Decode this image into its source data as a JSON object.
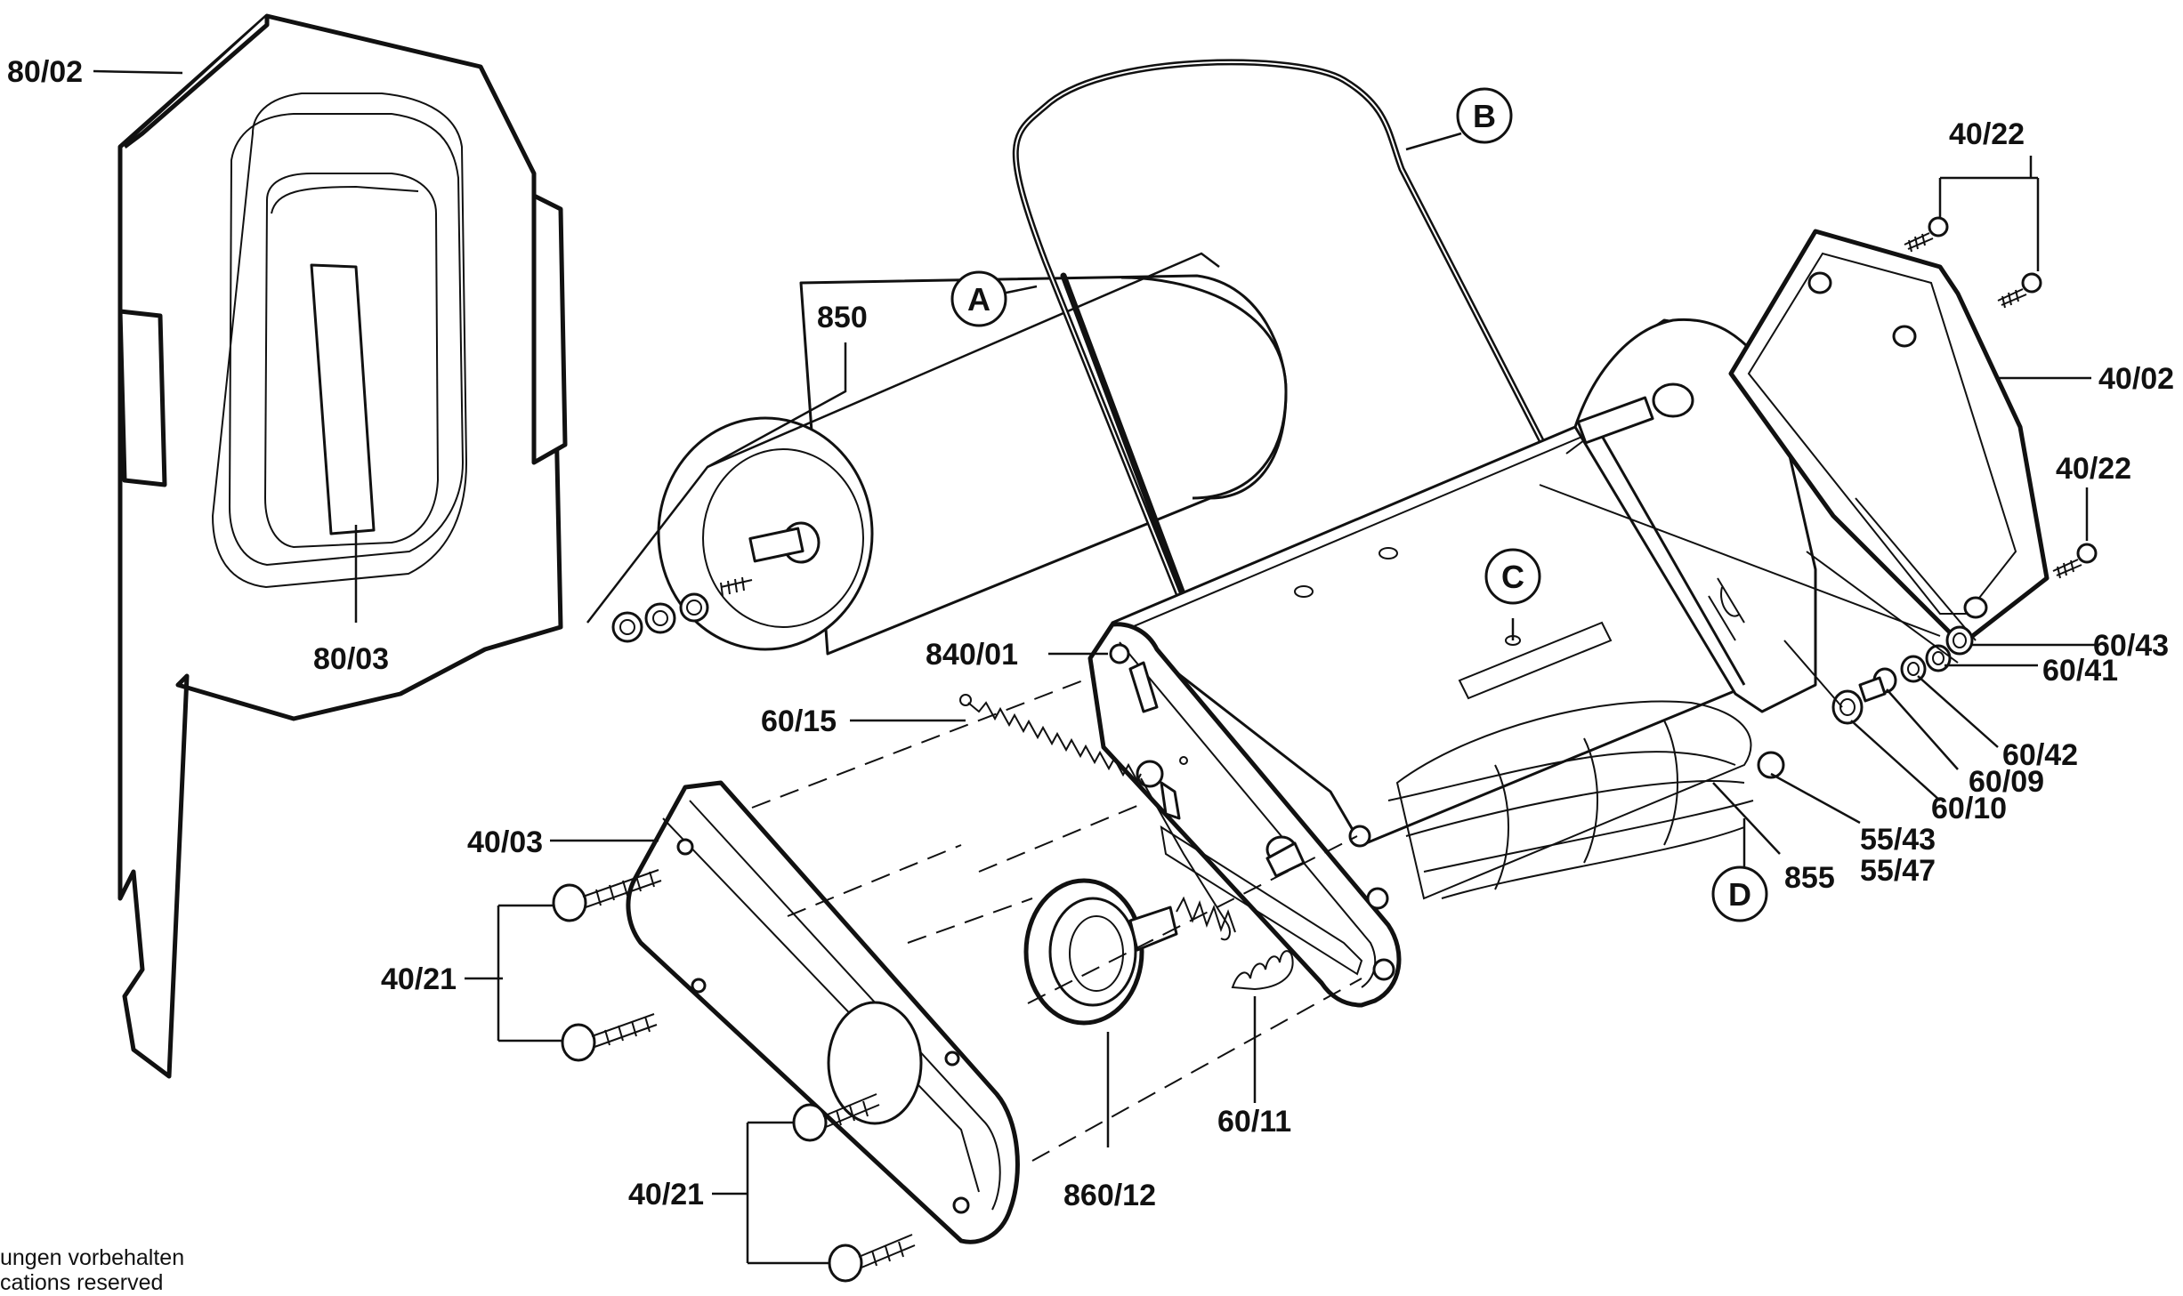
{
  "labels": {
    "p_80_02": "80/02",
    "p_80_03": "80/03",
    "p_850": "850",
    "p_840_01": "840/01",
    "p_60_15": "60/15",
    "p_40_03": "40/03",
    "p_40_21_upper": "40/21",
    "p_40_21_lower": "40/21",
    "p_860_12": "860/12",
    "p_60_11": "60/11",
    "p_40_22_top": "40/22",
    "p_40_02": "40/02",
    "p_40_22_right": "40/22",
    "p_60_43": "60/43",
    "p_60_41": "60/41",
    "p_60_42": "60/42",
    "p_60_09": "60/09",
    "p_60_10": "60/10",
    "p_55_43": "55/43",
    "p_55_47": "55/47",
    "p_855": "855"
  },
  "callouts": {
    "a": "A",
    "b": "B",
    "c": "C",
    "d": "D"
  },
  "footer": {
    "line1": "ungen vorbehalten",
    "line2": "cations reserved"
  }
}
